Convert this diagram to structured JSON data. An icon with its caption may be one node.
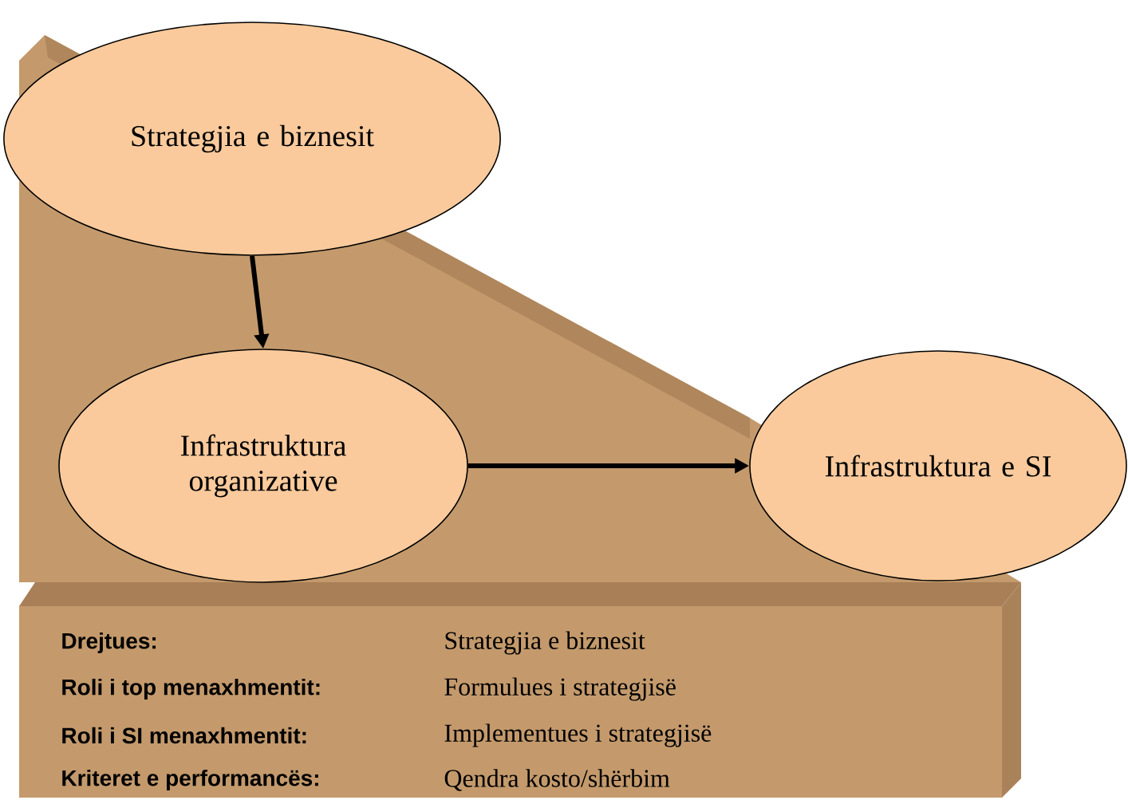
{
  "diagram": {
    "nodes": [
      {
        "text": [
          "Strategjia e biznesit"
        ]
      },
      {
        "text": [
          "Infrastruktura organizative"
        ]
      },
      {
        "text": [
          "Infrastruktura e SI"
        ]
      }
    ],
    "edges": [
      {
        "from": 0,
        "to": 1,
        "arrow": "to"
      },
      {
        "from": 1,
        "to": 2,
        "arrow": "to"
      }
    ],
    "labels": [
      "Drejtues:",
      "Strategjia e biznesit",
      "Roli i top menaxhmentit:",
      "Formulues i strategjisë",
      "Roli i SI menaxhmentit:",
      "Implementues i strategjisë",
      "Kriteret e performancës:",
      "Qendra kosto/shërbim"
    ]
  }
}
